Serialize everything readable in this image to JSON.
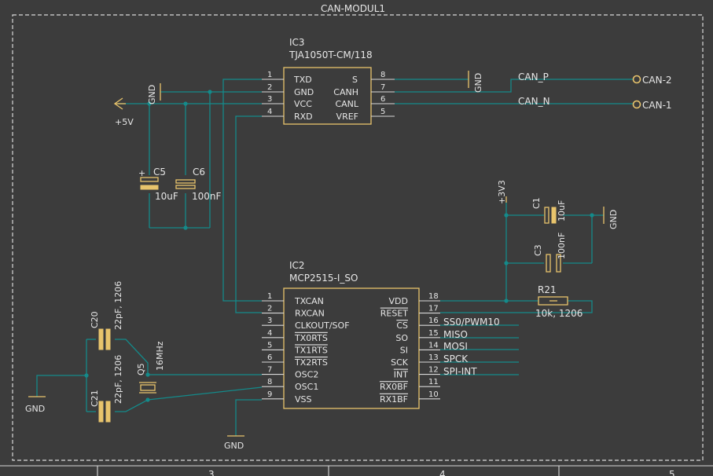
{
  "sheet": {
    "title": "CAN-MODUL1",
    "zones": [
      "3",
      "4",
      "5"
    ]
  },
  "ic3": {
    "ref": "IC3",
    "value": "TJA1050T-CM/118",
    "pins_left": [
      {
        "num": "1",
        "name": "TXD"
      },
      {
        "num": "2",
        "name": "GND"
      },
      {
        "num": "3",
        "name": "VCC"
      },
      {
        "num": "4",
        "name": "RXD"
      }
    ],
    "pins_right": [
      {
        "num": "8",
        "name": "S"
      },
      {
        "num": "7",
        "name": "CANH"
      },
      {
        "num": "6",
        "name": "CANL"
      },
      {
        "num": "5",
        "name": "VREF"
      }
    ]
  },
  "ic2": {
    "ref": "IC2",
    "value": "MCP2515-I_SO",
    "pins_left": [
      {
        "num": "1",
        "name": "TXCAN"
      },
      {
        "num": "2",
        "name": "RXCAN"
      },
      {
        "num": "3",
        "name": "CLKOUT/SOF"
      },
      {
        "num": "4",
        "name": "TX0RTS"
      },
      {
        "num": "5",
        "name": "TX1RTS"
      },
      {
        "num": "6",
        "name": "TX2RTS"
      },
      {
        "num": "7",
        "name": "OSC2"
      },
      {
        "num": "8",
        "name": "OSC1"
      },
      {
        "num": "9",
        "name": "VSS"
      }
    ],
    "pins_right": [
      {
        "num": "18",
        "name": "VDD"
      },
      {
        "num": "17",
        "name": "RESET"
      },
      {
        "num": "16",
        "name": "CS"
      },
      {
        "num": "15",
        "name": "SO"
      },
      {
        "num": "14",
        "name": "SI"
      },
      {
        "num": "13",
        "name": "SCK"
      },
      {
        "num": "12",
        "name": "INT"
      },
      {
        "num": "11",
        "name": "RX0BF"
      },
      {
        "num": "10",
        "name": "RX1BF"
      }
    ]
  },
  "nets": {
    "can_p": "CAN_P",
    "can_n": "CAN_N",
    "can2": "CAN-2",
    "can1": "CAN-1",
    "ss0": "SS0/PWM10",
    "miso": "MISO",
    "mosi": "MOSI",
    "spck": "SPCK",
    "spi_int": "SPI-INT"
  },
  "power": {
    "gnd": "GND",
    "v5": "+5V",
    "v33": "+3V3"
  },
  "components": {
    "c5": {
      "ref": "C5",
      "value": "10uF"
    },
    "c6": {
      "ref": "C6",
      "value": "100nF"
    },
    "c1": {
      "ref": "C1",
      "value": "10uF"
    },
    "c3": {
      "ref": "C3",
      "value": "100nF"
    },
    "r21": {
      "ref": "R21",
      "value": "10k, 1206"
    },
    "c20": {
      "ref": "C20",
      "value": "22pF, 1206"
    },
    "c21": {
      "ref": "C21",
      "value": "22pF, 1206"
    },
    "q5": {
      "ref": "Q5",
      "value": "16MHz"
    }
  },
  "colors": {
    "background": "#3c3c3c",
    "wire": "#148a8a",
    "part": "#e8c46c",
    "text": "#e6e6e6"
  }
}
